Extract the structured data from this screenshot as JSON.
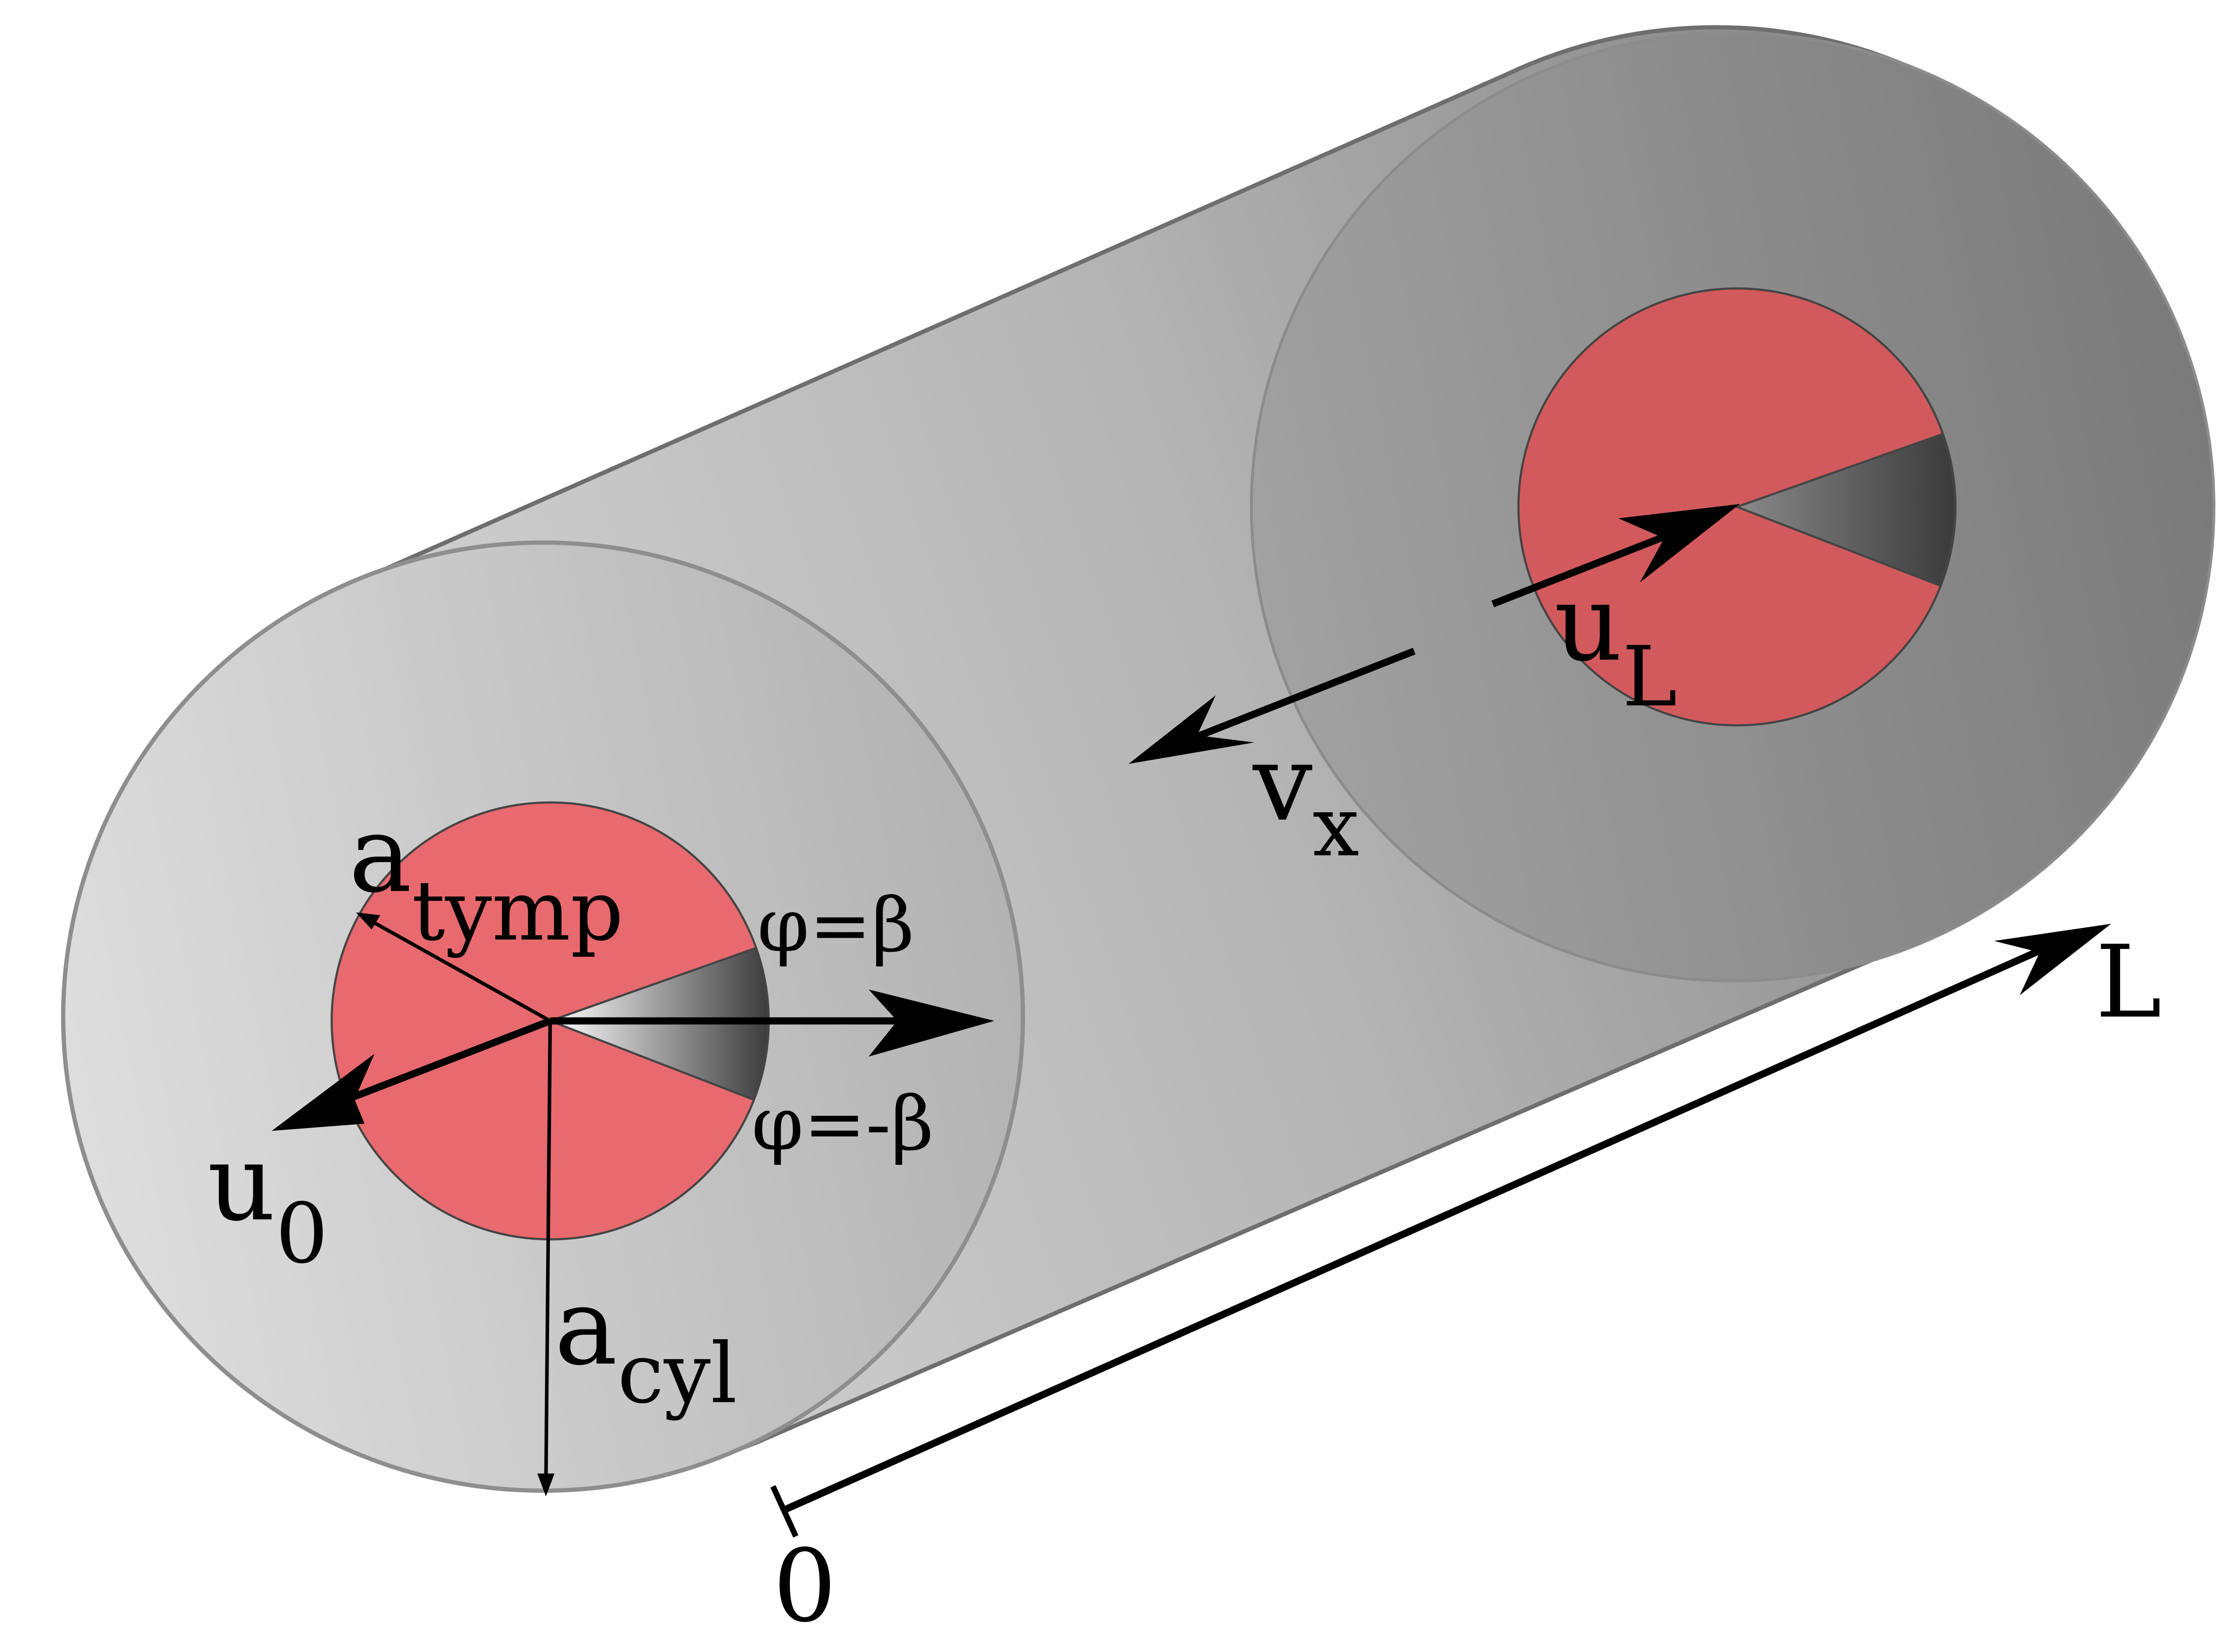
{
  "colors": {
    "tympanum": "#e86a6e",
    "tympanum_far": "#d25a5c",
    "cylinder_light": "#e2e2e2",
    "cylinder_dark": "#7a7a7a",
    "ink": "#000000"
  },
  "labels": {
    "a_tymp": {
      "main": "a",
      "sub": "tymp"
    },
    "a_cyl": {
      "main": "a",
      "sub": "cyl"
    },
    "u_0": {
      "main": "u",
      "sub": "0"
    },
    "u_L": {
      "main": "u",
      "sub": "L"
    },
    "v_x": {
      "main": "v",
      "sub": "x"
    },
    "phi_plus": "φ=β",
    "phi_minus": "φ=-β",
    "axis_start": "0",
    "axis_end": "L"
  }
}
